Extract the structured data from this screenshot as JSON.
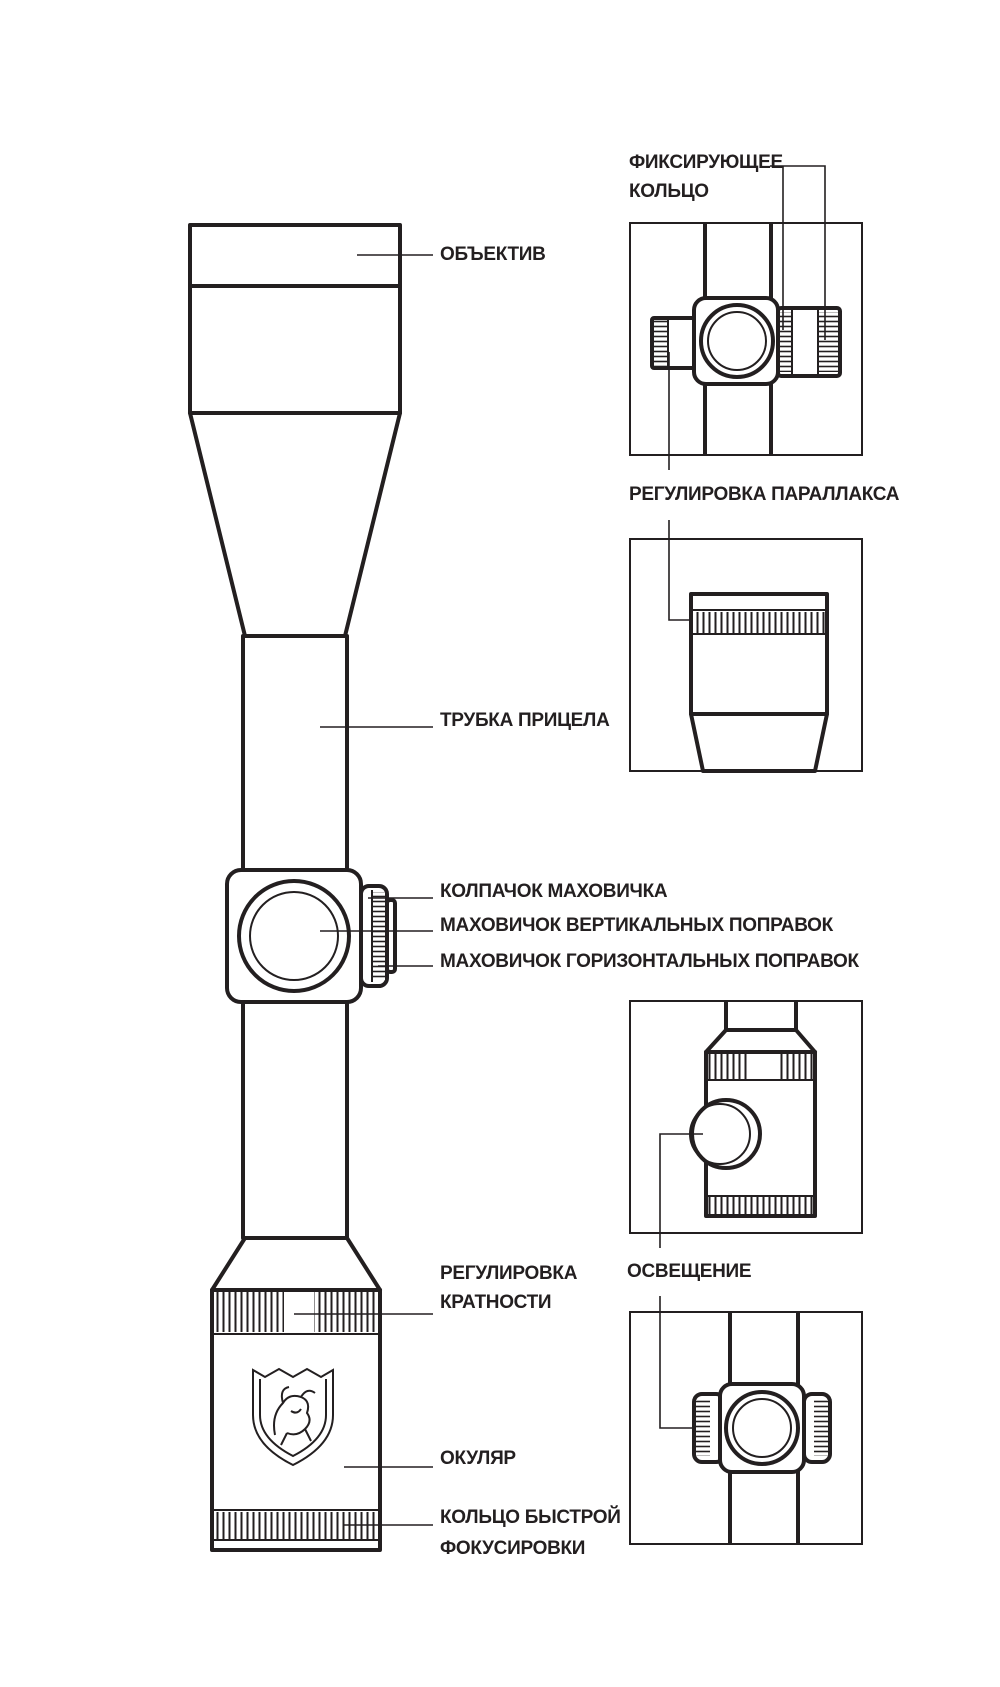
{
  "labels": {
    "objective": "ОБЪЕКТИВ",
    "tube": "ТРУБКА ПРИЦЕЛА",
    "turret_cap": "КОЛПАЧОК МАХОВИЧКА",
    "elevation_knob": "МАХОВИЧОК ВЕРТИКАЛЬНЫХ ПОПРАВОК",
    "windage_knob": "МАХОВИЧОК ГОРИЗОНТАЛЬНЫХ ПОПРАВОК",
    "magnification_line1": "РЕГУЛИРОВКА",
    "magnification_line2": "КРАТНОСТИ",
    "eyepiece": "ОКУЛЯР",
    "fast_focus_line1": "КОЛЬЦО БЫСТРОЙ",
    "fast_focus_line2": "ФОКУСИРОВКИ",
    "locking_ring_line1": "ФИКСИРУЮЩЕЕ",
    "locking_ring_line2": "КОЛЬЦО",
    "parallax": "РЕГУЛИРОВКА ПАРАЛЛАКСА",
    "illumination": "ОСВЕЩЕНИЕ"
  },
  "colors": {
    "ink": "#231f20",
    "background": "#ffffff"
  },
  "icons": {
    "logo": "shield-lion-emblem-icon"
  }
}
